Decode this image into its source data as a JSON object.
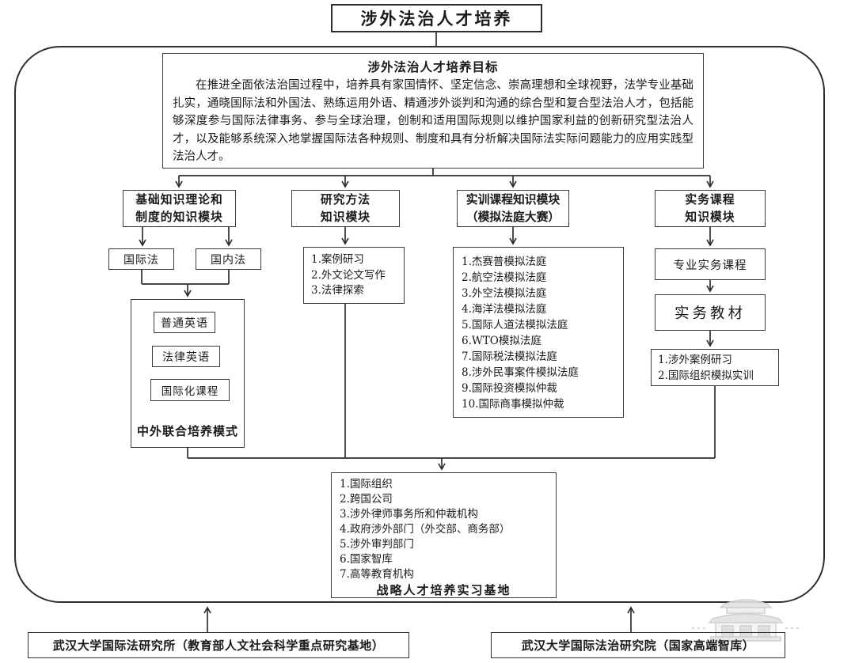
{
  "title": "涉外法治人才培养",
  "goal": {
    "heading": "涉外法治人才培养目标",
    "body": "在推进全面依法治国过程中，培养具有家国情怀、坚定信念、崇高理想和全球视野，法学专业基础扎实，通晓国际法和外国法、熟练运用外语、精通涉外谈判和沟通的综合型和复合型法治人才，包括能够深度参与国际法律事务、参与全球治理，创制和适用国际规则以维护国家利益的创新研究型法治人才，以及能够系统深入地掌握国际法各种规则、制度和具有分析解决国际法实际问题能力的应用实践型法治人才。"
  },
  "columns": {
    "basic": {
      "header": "基础知识理论和\n制度的知识模块",
      "international_law": "国际法",
      "domestic_law": "国内法",
      "courses": [
        "普通英语",
        "法律英语",
        "国际化课程"
      ],
      "footer": "中外联合培养模式"
    },
    "research": {
      "header": "研究方法\n知识模块",
      "items": [
        "1.案例研习",
        "2.外文论文写作",
        "3.法律探索"
      ]
    },
    "practice_training": {
      "header": "实训课程知识模块\n（模拟法庭大赛）",
      "items": [
        "1.杰赛普模拟法庭",
        "2.航空法模拟法庭",
        "3.外空法模拟法庭",
        "4.海洋法模拟法庭",
        "5.国际人道法模拟法庭",
        "6.WTO模拟法庭",
        "7.国际税法模拟法庭",
        "8.涉外民事案件模拟法庭",
        "9.国际投资模拟仲裁",
        "10.国际商事模拟仲裁"
      ]
    },
    "practical": {
      "header": "实务课程\n知识模块",
      "course": "专业实务课程",
      "textbook": "实务教材",
      "items": [
        "1.涉外案例研习",
        "2.国际组织模拟实训"
      ]
    }
  },
  "internship": {
    "items": [
      "1.国际组织",
      "2.跨国公司",
      "3.涉外律师事务所和仲裁机构",
      "4.政府涉外部门（外交部、商务部）",
      "5.涉外审判部门",
      "6.国家智库",
      "7.高等教育机构"
    ],
    "footer": "战略人才培养实习基地"
  },
  "institutions": {
    "left": "武汉大学国际法研究所（教育部人文社会科学重点研究基地）",
    "right": "武汉大学国际法治研究院（国家高端智库）"
  },
  "icons": {
    "watermark": "pavilion-watermark-icon"
  },
  "colors": {
    "line": "#2e2e2e",
    "border": "#3a3a3a",
    "text": "#1a1a1a",
    "watermark": "#cccccc",
    "background": "#ffffff"
  }
}
